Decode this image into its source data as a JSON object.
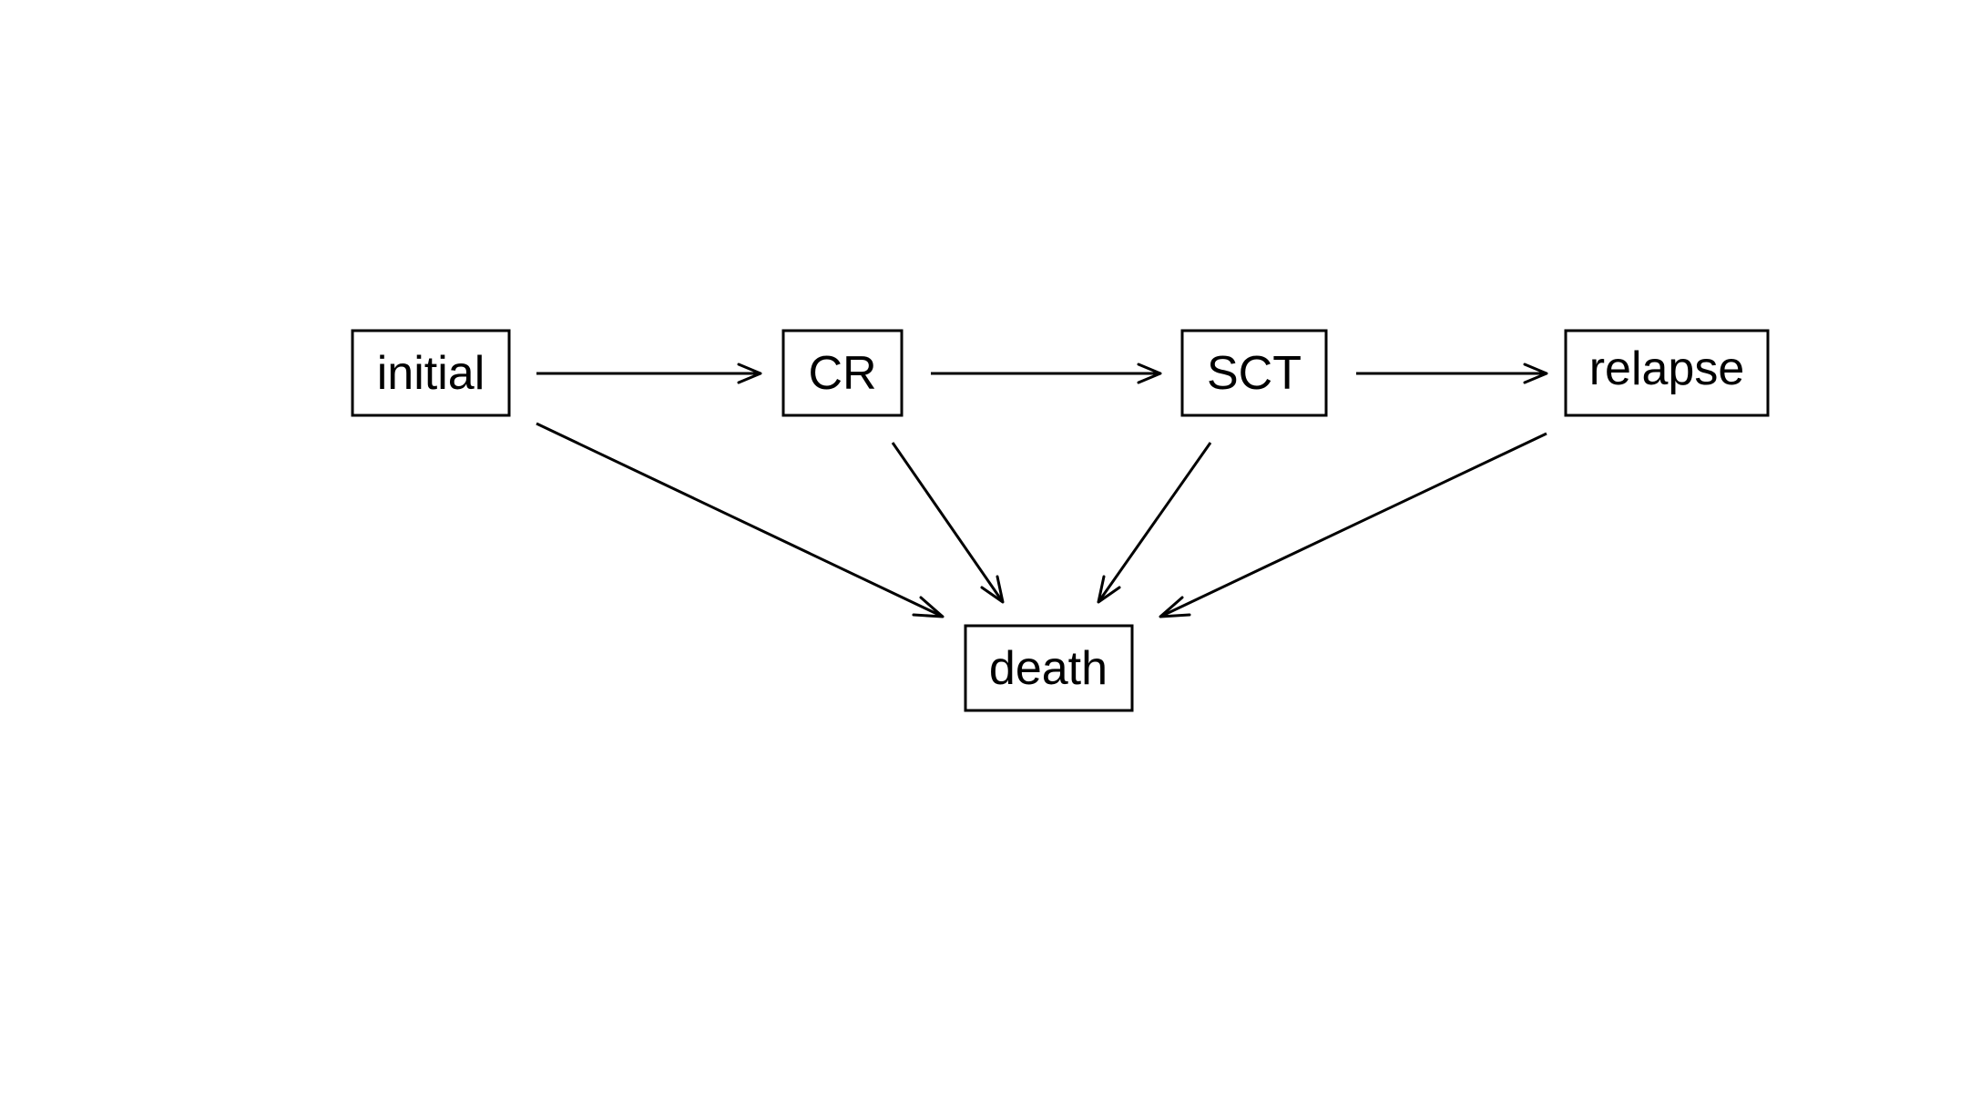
{
  "diagram": {
    "nodes": [
      {
        "id": "initial",
        "label": "initial"
      },
      {
        "id": "cr",
        "label": "CR"
      },
      {
        "id": "sct",
        "label": "SCT"
      },
      {
        "id": "relapse",
        "label": "relapse"
      },
      {
        "id": "death",
        "label": "death"
      }
    ],
    "edges": [
      {
        "from": "initial",
        "to": "cr"
      },
      {
        "from": "cr",
        "to": "sct"
      },
      {
        "from": "sct",
        "to": "relapse"
      },
      {
        "from": "initial",
        "to": "death"
      },
      {
        "from": "cr",
        "to": "death"
      },
      {
        "from": "sct",
        "to": "death"
      },
      {
        "from": "relapse",
        "to": "death"
      }
    ]
  }
}
